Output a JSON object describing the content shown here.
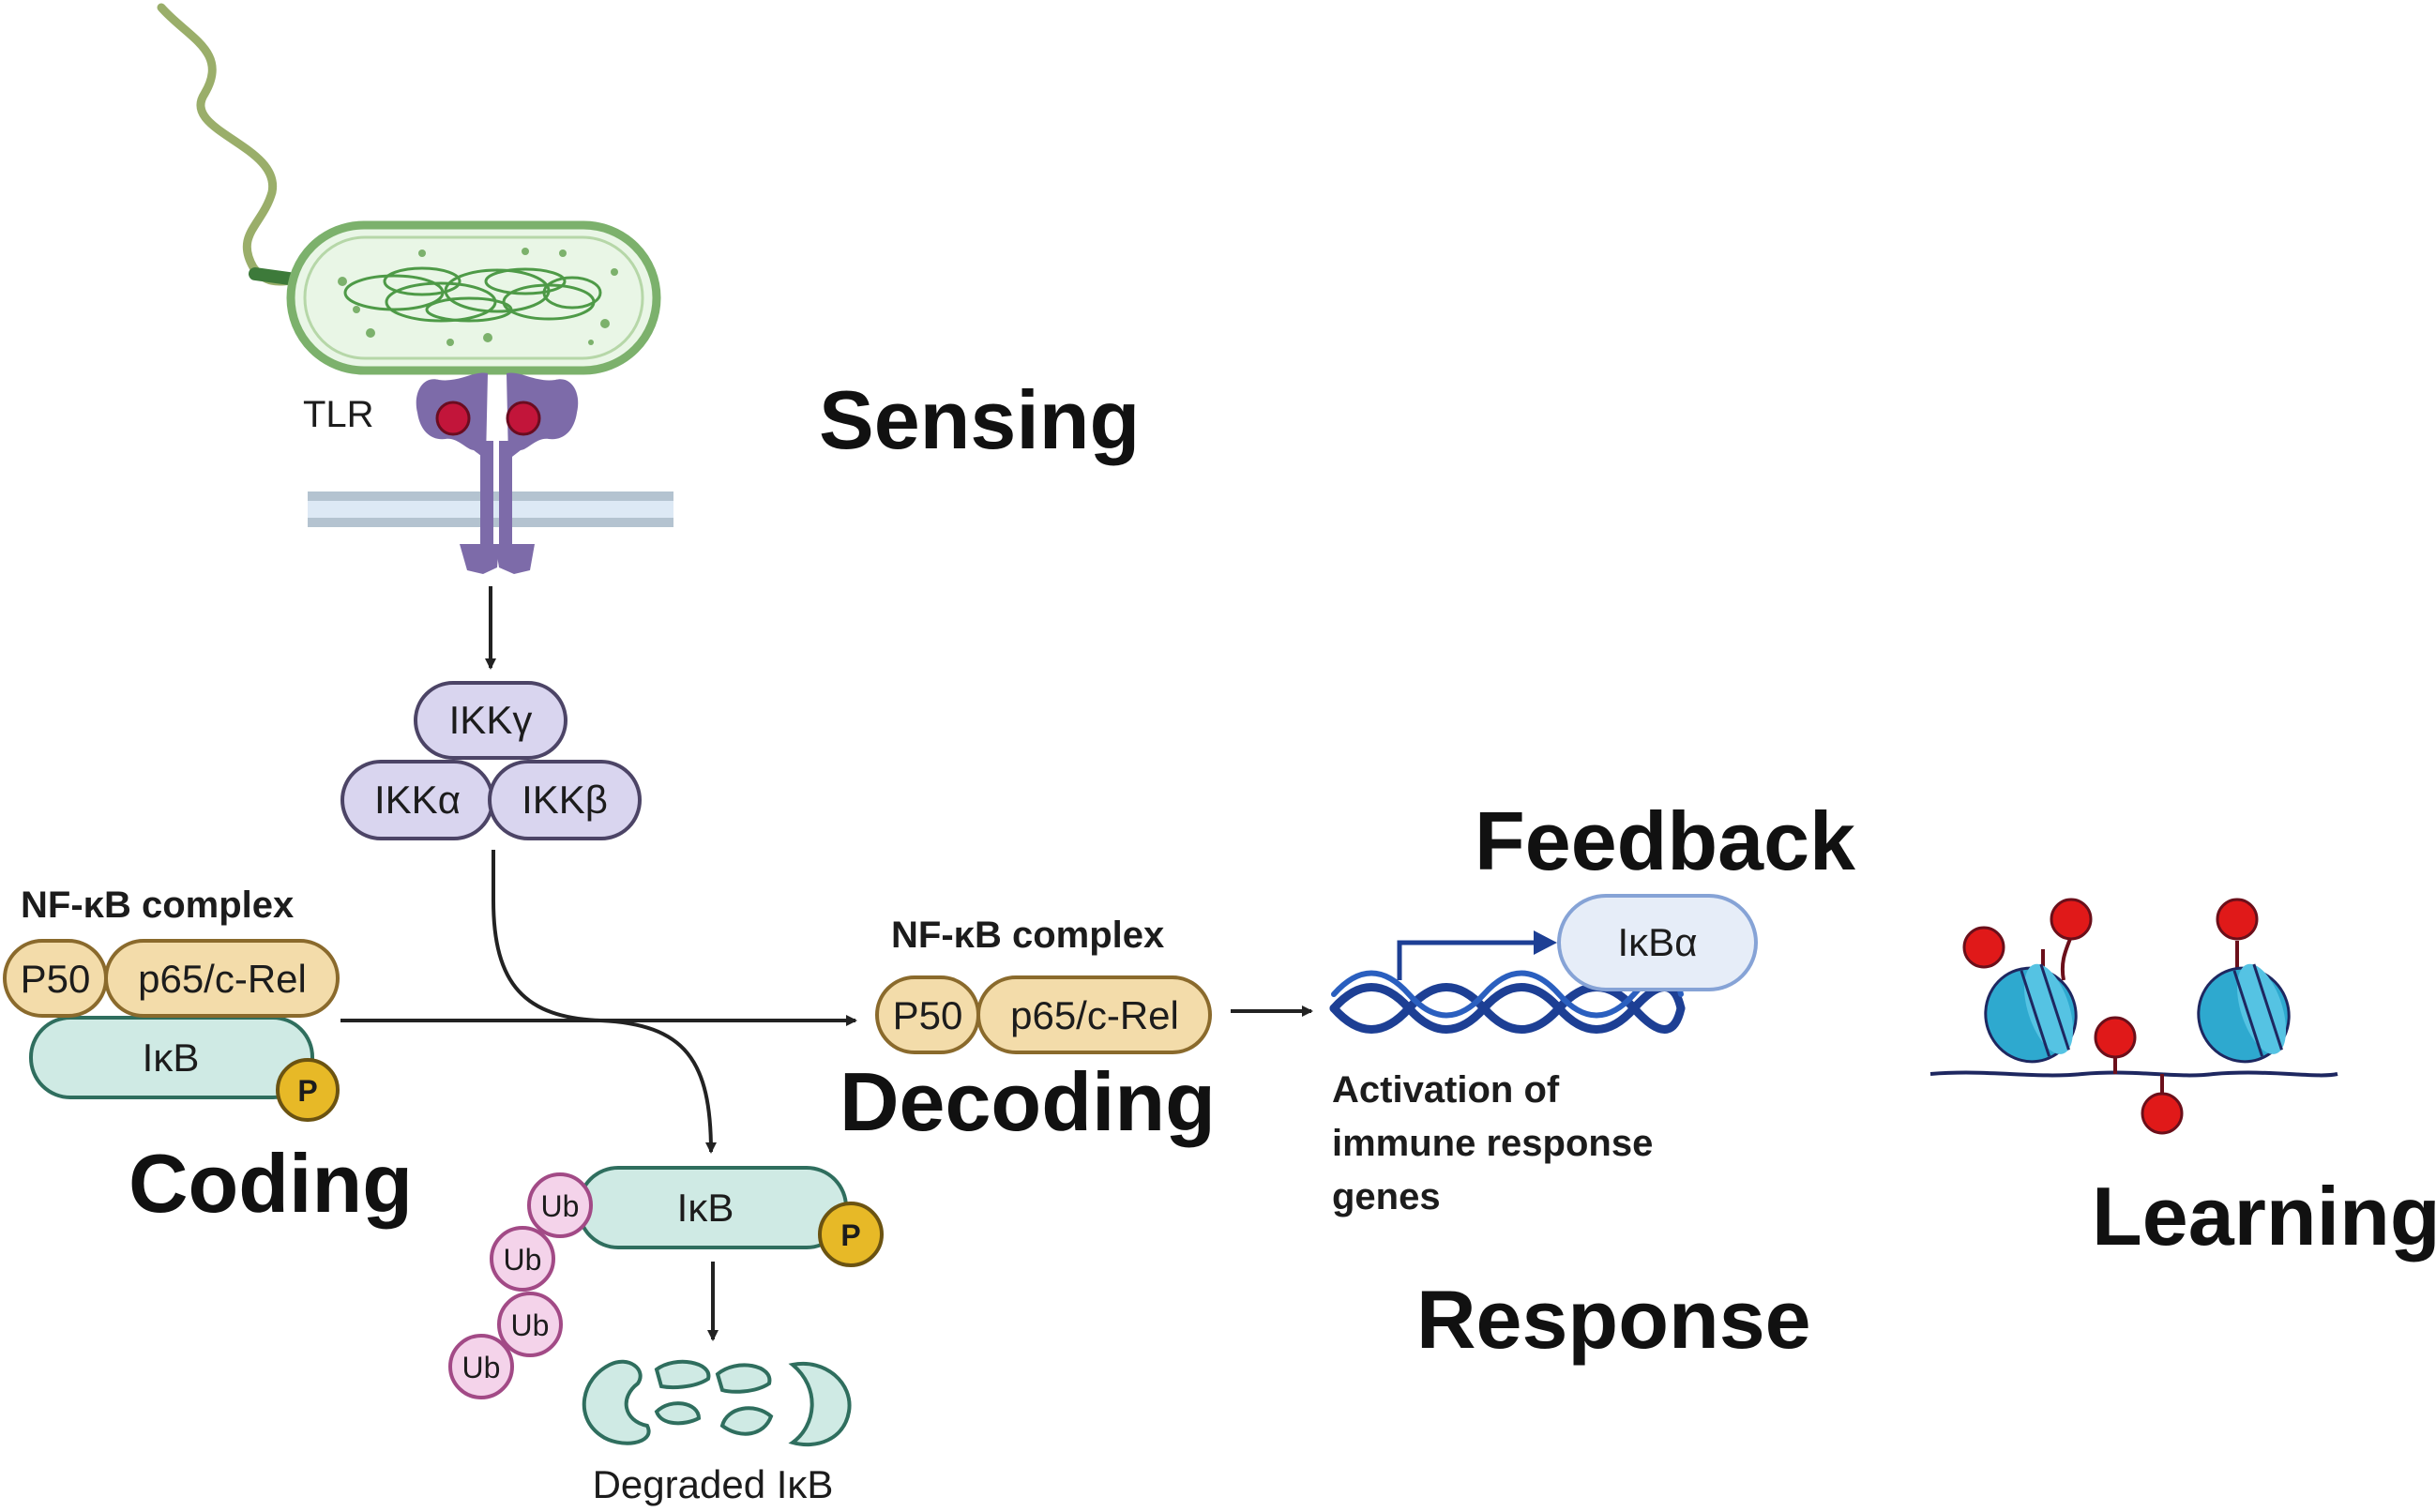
{
  "stages": {
    "sensing": "Sensing",
    "coding": "Coding",
    "decoding": "Decoding",
    "feedback": "Feedback",
    "response": "Response",
    "learning": "Learning"
  },
  "labels": {
    "tlr": "TLR",
    "ikk_gamma": "IKKγ",
    "ikk_alpha": "IKKα",
    "ikk_beta": "IKKβ",
    "nfkb_complex_left": "NF-κB complex",
    "nfkb_complex_right": "NF-κB complex",
    "p50_left": "P50",
    "p65_left": "p65/c-Rel",
    "ikb_left": "IκB",
    "phospho_left": "P",
    "p50_right": "P50",
    "p65_right": "p65/c-Rel",
    "ikb_ub": "IκB",
    "phospho_ub": "P",
    "ub": [
      "Ub",
      "Ub",
      "Ub",
      "Ub"
    ],
    "degraded": "Degraded IκB",
    "ikba": "IκBα",
    "activation": [
      "Activation of",
      "immune response",
      "genes"
    ]
  },
  "colors": {
    "ikk_fill": "#d9d5ef",
    "ikk_stroke": "#4c4466",
    "nfkb_fill": "#f3dcaa",
    "nfkb_stroke": "#8a6a2c",
    "ikb_fill": "#cfeae4",
    "ikb_stroke": "#2f6e5e",
    "phospho_fill": "#e7b927",
    "ub_fill": "#f4d3ea",
    "ub_stroke": "#a24a86",
    "tlr": "#7d6ba9",
    "dna": "#1d3f94",
    "nucleosome": "#2ea9cf",
    "methyl": "#e01919",
    "ikba_fill": "#e6edf8",
    "ikba_stroke": "#86a3d6",
    "bacterium_fill": "#e9f6e6",
    "bacterium_stroke": "#7cb16c"
  }
}
